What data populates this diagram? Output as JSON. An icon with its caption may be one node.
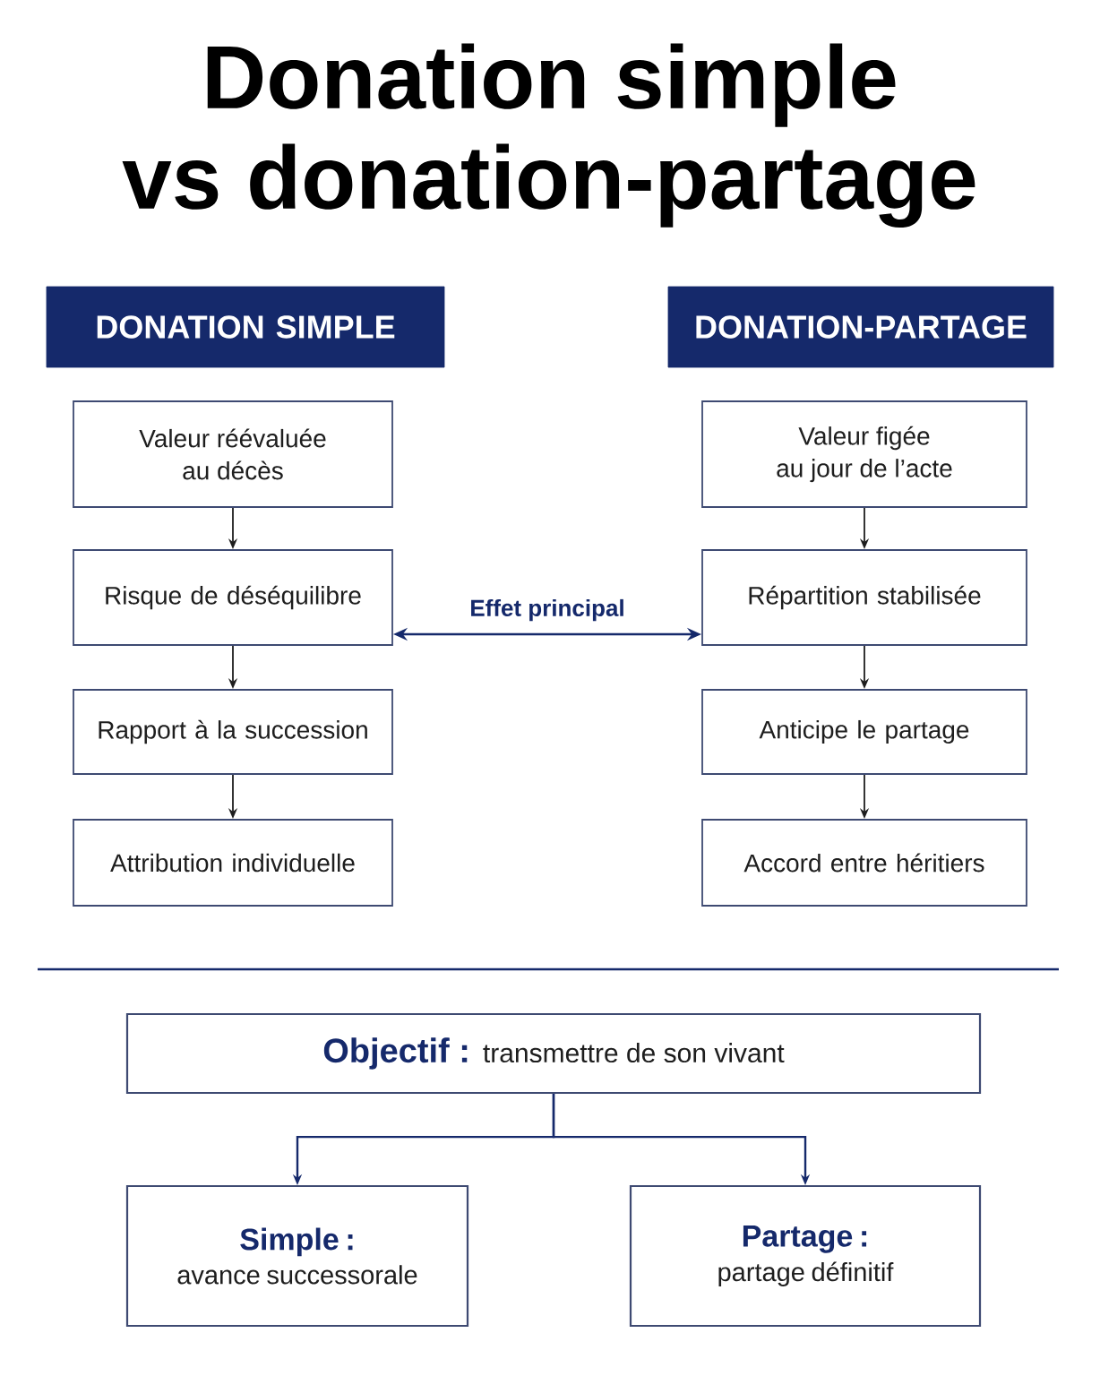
{
  "diagram": {
    "title": "Donation simple vs donation-partage",
    "nodes": [
      {
        "text": [
          "DONATION SIMPLE"
        ]
      },
      {
        "text": [
          "DONATION-PARTAGE"
        ]
      },
      {
        "text": [
          "Valeur réévaluée au décès"
        ]
      },
      {
        "text": [
          "Valeur figée au jour de l’acte"
        ]
      },
      {
        "text": [
          "Risque de déséquilibre"
        ]
      },
      {
        "text": [
          "Répartition stabilisée"
        ]
      },
      {
        "text": [
          "Rapport à la succession"
        ]
      },
      {
        "text": [
          "Anticipe le partage"
        ]
      },
      {
        "text": [
          "Attribution individuelle"
        ]
      },
      {
        "text": [
          "Accord entre héritiers"
        ]
      },
      {
        "text": [
          "Objectif :",
          "transmettre de son vivant"
        ]
      },
      {
        "text": [
          "Simple :",
          "avance successorale"
        ]
      },
      {
        "text": [
          "Partage :",
          "partage définitif"
        ]
      }
    ],
    "edges": [
      {
        "from": 2,
        "to": 4,
        "arrow": "to"
      },
      {
        "from": 4,
        "to": 6,
        "arrow": "to"
      },
      {
        "from": 6,
        "to": 8,
        "arrow": "to"
      },
      {
        "from": 3,
        "to": 5,
        "arrow": "to"
      },
      {
        "from": 5,
        "to": 7,
        "arrow": "to"
      },
      {
        "from": 7,
        "to": 9,
        "arrow": "to"
      },
      {
        "from": 4,
        "to": 5,
        "arrow": "both",
        "label": "Effet principal",
        "color": "#15296b"
      },
      {
        "from": 10,
        "to": 11,
        "arrow": "to",
        "color": "#15296b"
      },
      {
        "from": 10,
        "to": 12,
        "arrow": "to",
        "color": "#15296b"
      }
    ]
  }
}
